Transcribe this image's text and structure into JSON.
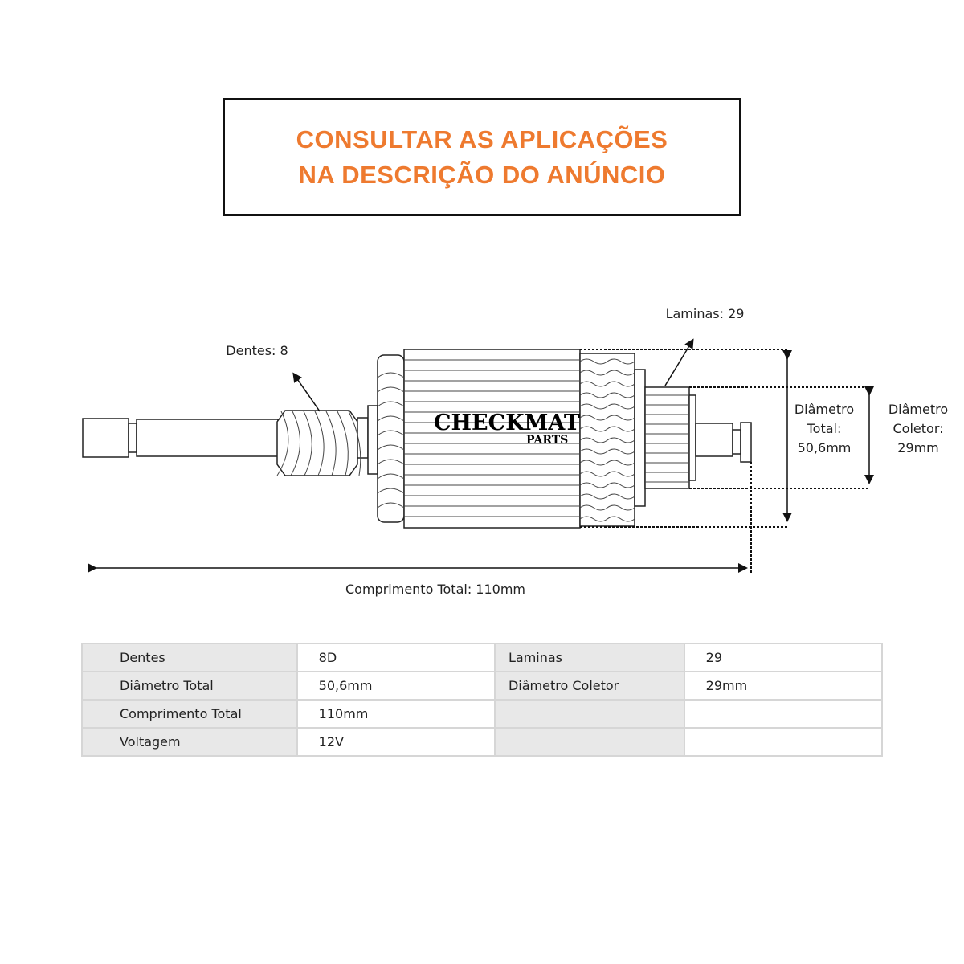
{
  "banner": {
    "line1": "CONSULTAR AS APLICAÇÕES",
    "line2": "NA DESCRIÇÃO DO ANÚNCIO",
    "color": "#ee7a2f"
  },
  "diagram": {
    "laminas_label": "Laminas: 29",
    "dentes_label": "Dentes: 8",
    "diametro_total": [
      "Diâmetro",
      "Total:",
      "50,6mm"
    ],
    "diametro_coletor": [
      "Diâmetro",
      "Coletor:",
      "29mm"
    ],
    "comprimento_total": "Comprimento Total: 110mm",
    "logo": {
      "main": "CHECKMAT",
      "sub": "PARTS"
    }
  },
  "specs": [
    [
      "Dentes",
      "8D",
      "Laminas",
      "29"
    ],
    [
      "Diâmetro Total",
      "50,6mm",
      "Diâmetro Coletor",
      "29mm"
    ],
    [
      "Comprimento Total",
      "110mm",
      "",
      ""
    ],
    [
      "Voltagem",
      "12V",
      "",
      ""
    ]
  ]
}
